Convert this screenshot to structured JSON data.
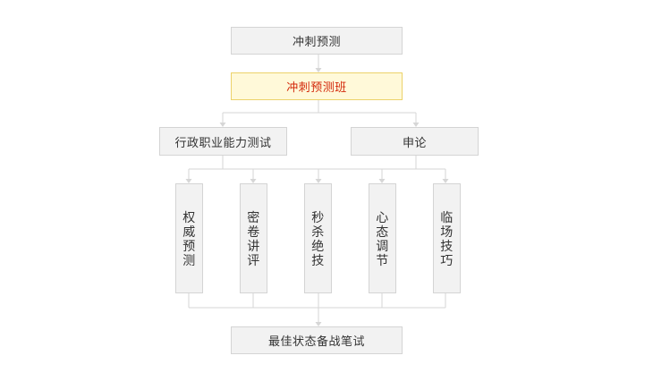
{
  "diagram": {
    "top": "冲刺预测",
    "class_name": "冲刺预测班",
    "branches": [
      "行政职业能力测试",
      "申论"
    ],
    "modules": [
      "权威预测",
      "密卷讲评",
      "秒杀绝技",
      "心态调节",
      "临场技巧"
    ],
    "result": "最佳状态备战笔试"
  },
  "colors": {
    "box_fill": "#f2f2f2",
    "box_border": "#d4d4d4",
    "highlight_fill": "#fff9d9",
    "highlight_border": "#ecd26a",
    "highlight_text": "#d3280a",
    "connector": "#d6d6d6"
  }
}
